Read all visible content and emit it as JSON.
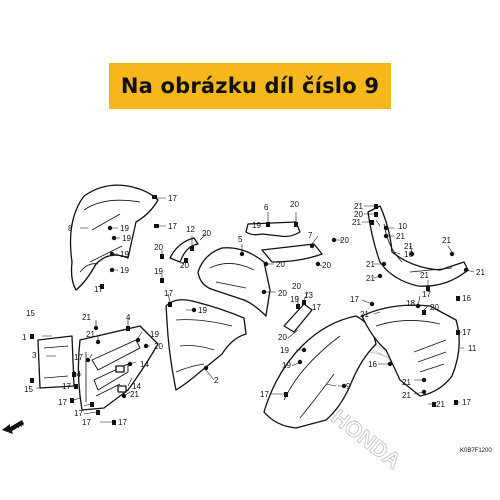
{
  "banner": {
    "text": "Na obrázku díl číslo 9"
  },
  "diagram": {
    "code": "K0B7F1200",
    "direction_label": "FR.",
    "brand_watermark": "HONDA",
    "labels": {
      "l1": "1",
      "l2": "2",
      "l3": "3",
      "l4": "4",
      "l5": "5",
      "l6": "6",
      "l7": "7",
      "l8": "8",
      "l9": "9",
      "l10": "10",
      "l11": "11",
      "l12": "12",
      "l13": "13",
      "l14a": "14",
      "l14b": "14",
      "l14c": "14",
      "l15a": "15",
      "l15b": "15",
      "l16a": "16",
      "l16b": "16",
      "l17_1": "17",
      "l17_2": "17",
      "l17_3": "17",
      "l17_4": "17",
      "l17_5": "17",
      "l17_6": "17",
      "l17_7": "17",
      "l17_8": "17",
      "l17_9": "17",
      "l17_10": "17",
      "l17_11": "17",
      "l17_12": "17",
      "l17_13": "17",
      "l17_14": "17",
      "l18": "18",
      "l19_1": "19",
      "l19_2": "19",
      "l19_3": "19",
      "l19_4": "19",
      "l19_5": "19",
      "l19_6": "19",
      "l19_7": "19",
      "l19_8": "19",
      "l19_9": "19",
      "l19_10": "19",
      "l20_1": "20",
      "l20_2": "20",
      "l20_3": "20",
      "l20_4": "20",
      "l20_5": "20",
      "l20_6": "20",
      "l20_7": "20",
      "l20_8": "20",
      "l20_9": "20",
      "l20_10": "20",
      "l20_11": "20",
      "l20_12": "20",
      "l21_1": "21",
      "l21_2": "21",
      "l21_3": "21",
      "l21_4": "21",
      "l21_5": "21",
      "l21_6": "21",
      "l21_7": "21",
      "l21_8": "21",
      "l21_9": "21",
      "l21_10": "21",
      "l21_11": "21",
      "l21_12": "21",
      "l21_13": "21",
      "l21_14": "21",
      "l21_15": "21"
    }
  }
}
